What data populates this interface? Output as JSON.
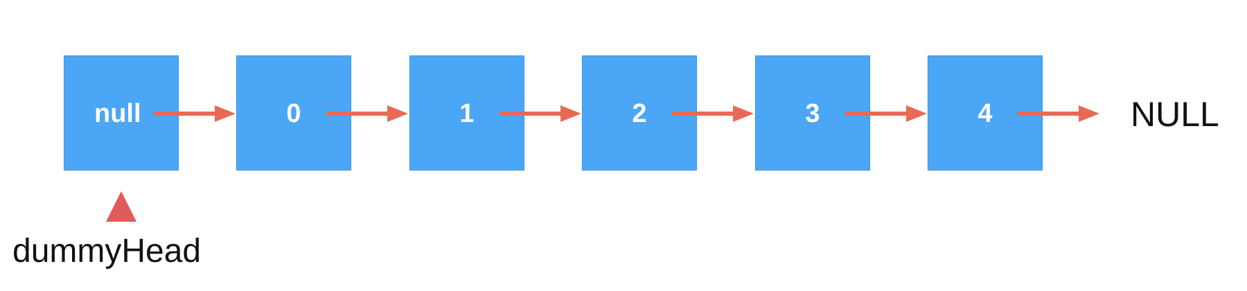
{
  "nodes": [
    {
      "value": "null"
    },
    {
      "value": "0"
    },
    {
      "value": "1"
    },
    {
      "value": "2"
    },
    {
      "value": "3"
    },
    {
      "value": "4"
    }
  ],
  "terminal_label": "NULL",
  "pointer_label": "dummyHead",
  "colors": {
    "node_fill": "#4BA6F5",
    "arrow": "#E86A55",
    "pointer": "#E05B5B"
  }
}
